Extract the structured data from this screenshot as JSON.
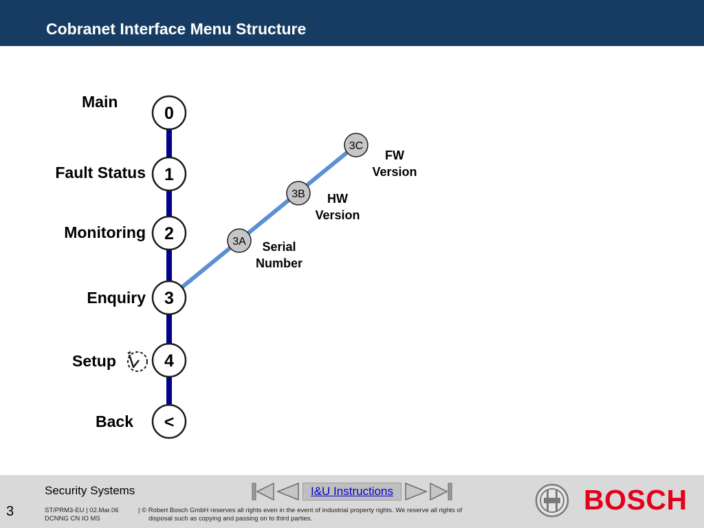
{
  "header": {
    "title": "Cobranet Interface Menu Structure"
  },
  "menu": [
    {
      "key": "0",
      "label": "Main"
    },
    {
      "key": "1",
      "label": "Fault Status"
    },
    {
      "key": "2",
      "label": "Monitoring"
    },
    {
      "key": "3",
      "label": "Enquiry"
    },
    {
      "key": "4",
      "label": "Setup"
    },
    {
      "key": "<",
      "label": "Back"
    }
  ],
  "submenu": [
    {
      "key": "3A",
      "line1": "Serial",
      "line2": "Number"
    },
    {
      "key": "3B",
      "line1": "HW",
      "line2": "Version"
    },
    {
      "key": "3C",
      "line1": "FW",
      "line2": "Version"
    }
  ],
  "icons": {
    "setup_timer": "timer-icon"
  },
  "colors": {
    "header": "#173c63",
    "main_line": "#00008b",
    "branch_line": "#5b8fd6",
    "bosch_red": "#e2001a",
    "footer": "#d9d9d9"
  },
  "footer": {
    "section": "Security Systems",
    "page_number": "3",
    "button_label": "I&U Instructions",
    "meta_id": "ST/PRM3-EU",
    "meta_date": "02.Mar.06",
    "meta_dept": "DCNNG CN IO MS",
    "copyright_line1": "| © Robert Bosch GmbH reserves all rights even in the event of industrial property rights. We reserve all rights of",
    "copyright_line2": "disposal such as copying and passing on to third parties.",
    "brand": "BOSCH"
  }
}
